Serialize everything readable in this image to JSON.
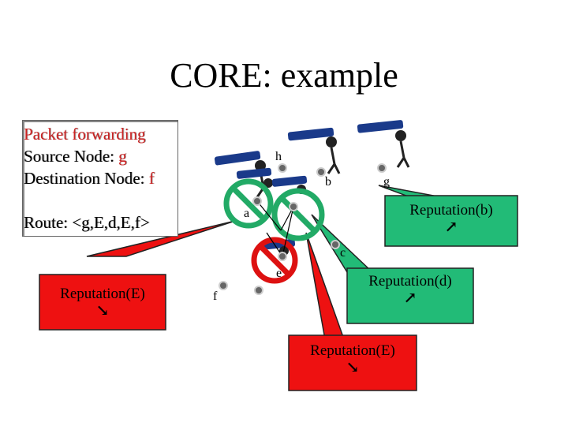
{
  "title": "CORE: example",
  "info": {
    "packet_forwarding": "Packet forwarding",
    "source_label": "Source Node:",
    "source_value": "g",
    "destination_label": "Destination Node:",
    "destination_value": "f",
    "route_label": "Route:",
    "route_value": "<g,E,d,E,f>"
  },
  "nodes": {
    "h": "h",
    "b": "b",
    "g": "g",
    "a": "a",
    "c": "c",
    "e": "e",
    "f": "f"
  },
  "reputations": {
    "e_left": {
      "text": "Reputation(E)",
      "arrow": "↘"
    },
    "b": {
      "text": "Reputation(b)",
      "arrow": "↗"
    },
    "d": {
      "text": "Reputation(d)",
      "arrow": "↗"
    },
    "e_bottom": {
      "text": "Reputation(E)",
      "arrow": "↘"
    }
  },
  "colors": {
    "red_callout": "#ee1111",
    "green_callout": "#22bb77",
    "text_red": "#cc2222",
    "prohibited_green": "#22aa66",
    "prohibited_red": "#dd1111"
  }
}
